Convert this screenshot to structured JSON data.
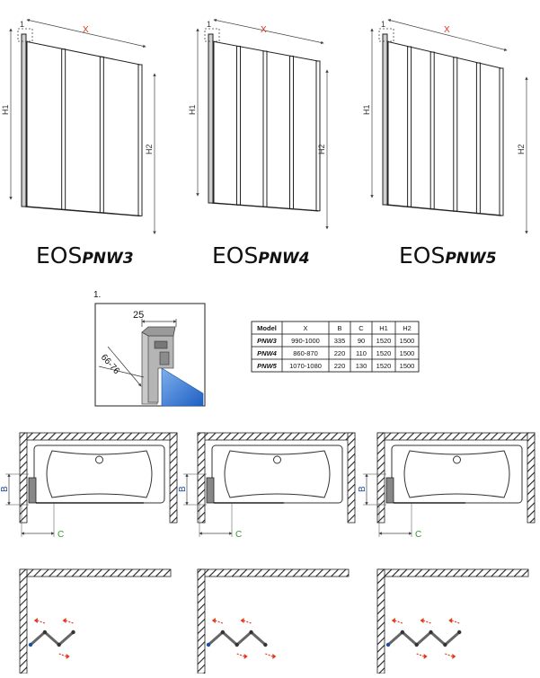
{
  "colors": {
    "x_accent": "#e2381f",
    "c_accent": "#2f9a2f",
    "b_accent": "#1c4f9c",
    "glass": "#2f6fd0",
    "arrow_red": "#e2381f",
    "dim_line": "#444444"
  },
  "products": [
    {
      "name": "EOS",
      "model": "PNW3",
      "panels": 3
    },
    {
      "name": "EOS",
      "model": "PNW4",
      "panels": 4
    },
    {
      "name": "EOS",
      "model": "PNW5",
      "panels": 5
    }
  ],
  "dim_labels": {
    "x": "X",
    "h1": "H1",
    "h2": "H2",
    "b": "B",
    "c": "C",
    "detail_ref": "1",
    "detail_title": "1."
  },
  "detail": {
    "width_label": "25",
    "range_label": "66-76"
  },
  "table": {
    "headers": [
      "Model",
      "X",
      "B",
      "C",
      "H1",
      "H2"
    ],
    "rows": [
      [
        "PNW3",
        "990-1000",
        "335",
        "90",
        "1520",
        "1500"
      ],
      [
        "PNW4",
        "860-870",
        "220",
        "110",
        "1520",
        "1500"
      ],
      [
        "PNW5",
        "1070-1080",
        "220",
        "130",
        "1520",
        "1500"
      ]
    ]
  }
}
